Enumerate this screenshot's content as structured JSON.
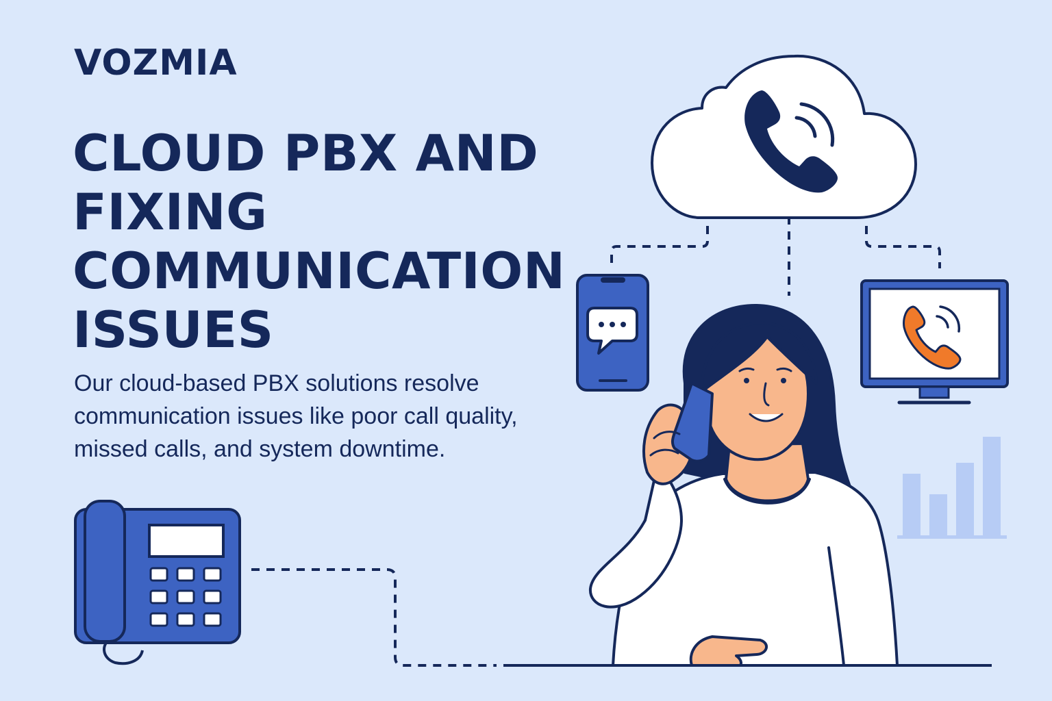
{
  "brand": {
    "name": "VOZMIA"
  },
  "headline": {
    "lines": [
      "CLOUD PBX AND",
      "FIXING",
      "COMMUNICATION",
      "ISSUES"
    ]
  },
  "description": {
    "text": "Our cloud-based PBX solutions resolve communication issues like poor call quality, missed calls, and system downtime."
  },
  "colors": {
    "background": "#dbe8fb",
    "navy": "#15285a",
    "device_blue": "#3d63c2",
    "accent_orange": "#f07a2a",
    "skin": "#f8b78c",
    "chart_bars": "#b7ccf5"
  },
  "icons": [
    "cloud-icon",
    "phone-handset-icon",
    "smartphone-icon",
    "chat-bubble-icon",
    "monitor-icon",
    "desk-phone-icon",
    "bar-chart-icon"
  ]
}
